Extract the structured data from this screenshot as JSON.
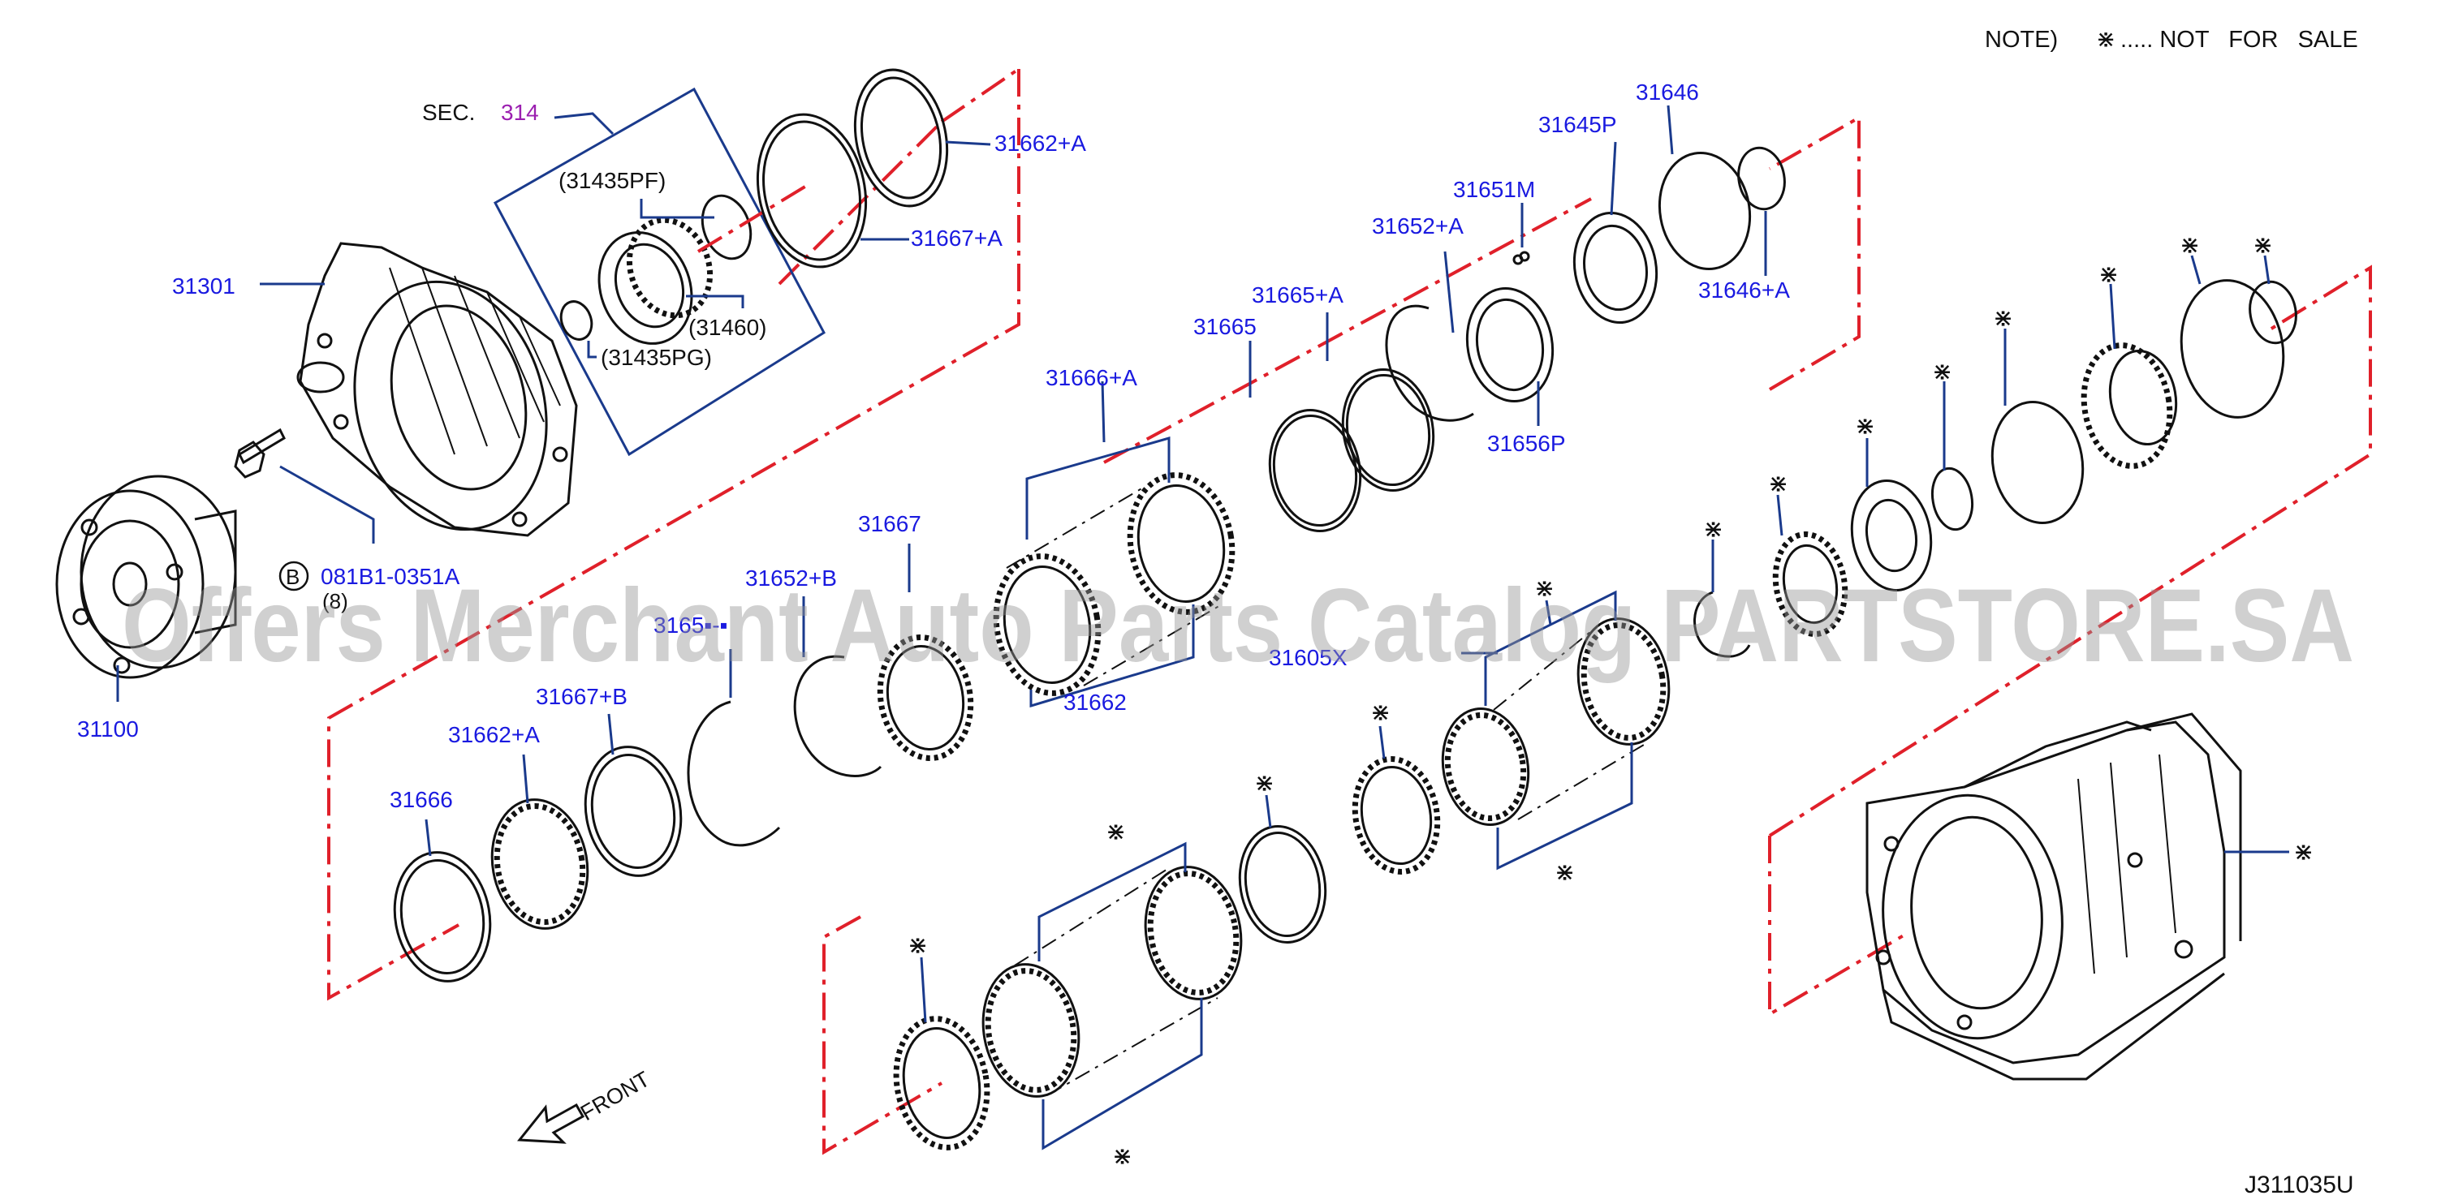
{
  "note": {
    "prefix": "NOTE)",
    "symbol": "⋇",
    "text": "..... NOT   FOR   SALE"
  },
  "section_ref": {
    "prefix": "SEC.",
    "number": "314"
  },
  "diagram_code": "J311035U",
  "front_label": "FRONT",
  "watermark": "Offers Merchant Auto Parts Catalog PARTSTORE.SA",
  "parts": {
    "p31301": "31301",
    "p31100": "31100",
    "p081B1": "081B1-0351A",
    "p081B1_qty": "(8)",
    "bolt_badge": "B",
    "p31435PF": "(31435PF)",
    "p31460": "(31460)",
    "p31435PG": "(31435PG)",
    "p31662A_top": "31662+A",
    "p31667A": "31667+A",
    "p31666A": "31666+A",
    "p31665": "31665",
    "p31665A": "31665+A",
    "p31652A": "31652+A",
    "p31651M": "31651M",
    "p31645P": "31645P",
    "p31646": "31646",
    "p31646A": "31646+A",
    "p31656P": "31656P",
    "p31667": "31667",
    "p31652B": "31652+B",
    "p3165x": "3165▪-▪",
    "p31662": "31662",
    "p31605X": "31605X",
    "p31667B": "31667+B",
    "p31662A_low": "31662+A",
    "p31666": "31666"
  },
  "colors": {
    "label": "#1a1ae0",
    "leader": "#1a3a8c",
    "centerline": "#e0202a",
    "section_number": "#9b1fb0",
    "line_art": "#111111"
  }
}
